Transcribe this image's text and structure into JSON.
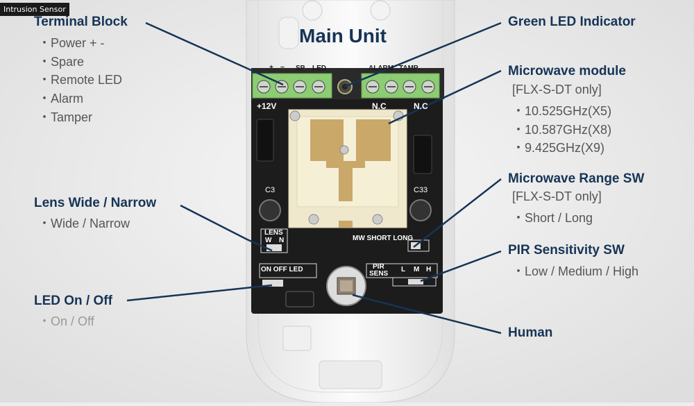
{
  "window_tag": "Intrusion Sensor",
  "main_title": "Main Unit",
  "left": {
    "terminal_block": {
      "title": "Terminal Block",
      "items": [
        "・Power + -",
        "・Spare",
        "・Remote LED",
        "・Alarm",
        "・Tamper"
      ]
    },
    "lens": {
      "title": "Lens Wide / Narrow",
      "items": [
        "・Wide / Narrow"
      ]
    },
    "led": {
      "title": "LED On / Off",
      "items": [
        "・On / Off"
      ]
    }
  },
  "right": {
    "green_led": {
      "title": "Green LED Indicator"
    },
    "microwave_module": {
      "title": "Microwave module",
      "items": [
        "[FLX-S-DT only]",
        "・10.525GHz(X5)",
        "・10.587GHz(X8)",
        "・9.425GHz(X9)"
      ]
    },
    "microwave_range": {
      "title": "Microwave Range SW",
      "items": [
        "[FLX-S-DT only]",
        "・Short / Long"
      ]
    },
    "pir_sens": {
      "title": "PIR Sensitivity SW",
      "items": [
        "・Low / Medium / High"
      ]
    },
    "human": {
      "title": "Human"
    }
  },
  "board": {
    "term_left": [
      "+",
      "−",
      "SP",
      "LED"
    ],
    "term_right": [
      "ALARM",
      "TAMP"
    ],
    "v12": "+12V",
    "nc1": "N.C",
    "nc2": "N.C",
    "c3": "C3",
    "c33": "C33",
    "lens_sw": "LENS",
    "lens_w": "W",
    "lens_n": "N",
    "led_sw": "ON OFF LED",
    "mw_sw": "MW SHORT LONG",
    "pir_sw_1": "PIR",
    "pir_sw_2": "SENS",
    "pir_l": "L",
    "pir_m": "M",
    "pir_h": "H"
  }
}
